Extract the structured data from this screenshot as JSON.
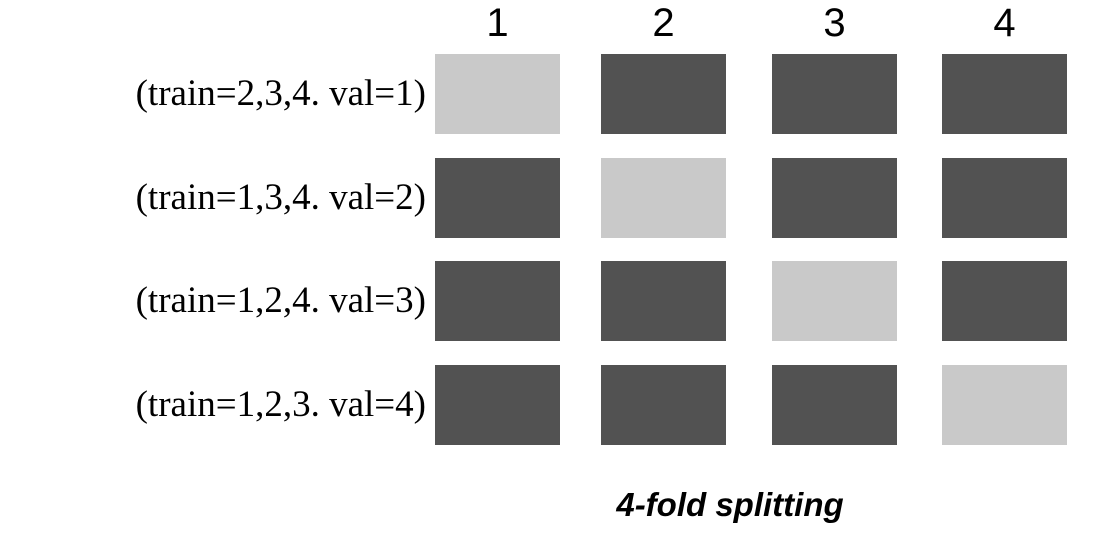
{
  "figure": {
    "caption": "4-fold splitting",
    "background_color": "#ffffff",
    "train_color": "#525252",
    "val_color": "#c9c9c9"
  },
  "columns": [
    {
      "label": "1"
    },
    {
      "label": "2"
    },
    {
      "label": "3"
    },
    {
      "label": "4"
    }
  ],
  "rows": [
    {
      "label": "(train=2,3,4. val=1)",
      "cells": [
        "val",
        "train",
        "train",
        "train"
      ]
    },
    {
      "label": "(train=1,3,4. val=2)",
      "cells": [
        "train",
        "val",
        "train",
        "train"
      ]
    },
    {
      "label": "(train=1,2,4. val=3)",
      "cells": [
        "train",
        "train",
        "val",
        "train"
      ]
    },
    {
      "label": "(train=1,2,3. val=4)",
      "cells": [
        "train",
        "train",
        "train",
        "val"
      ]
    }
  ],
  "chart_data": {
    "type": "heatmap",
    "title": "4-fold splitting",
    "xlabel": "",
    "ylabel": "",
    "categories": [
      "1",
      "2",
      "3",
      "4"
    ],
    "row_labels": [
      "(train=2,3,4. val=1)",
      "(train=1,3,4. val=2)",
      "(train=1,2,4. val=3)",
      "(train=1,2,3. val=4)"
    ],
    "legend": [
      {
        "name": "train",
        "color": "#525252"
      },
      {
        "name": "validation",
        "color": "#c9c9c9"
      }
    ],
    "values": [
      [
        "val",
        "train",
        "train",
        "train"
      ],
      [
        "train",
        "val",
        "train",
        "train"
      ],
      [
        "train",
        "train",
        "val",
        "train"
      ],
      [
        "train",
        "train",
        "train",
        "val"
      ]
    ],
    "grid": false,
    "legend_position": "none"
  }
}
